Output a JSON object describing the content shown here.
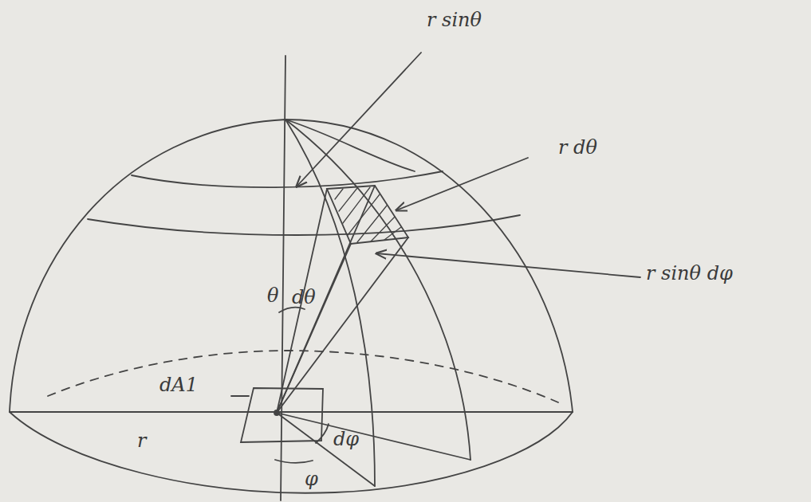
{
  "diagram": {
    "labels": [
      "r sinθ",
      "r dθ",
      "r sinθ dφ",
      "θ",
      "dθ",
      "dA1",
      "r",
      "dφ",
      "φ"
    ]
  }
}
